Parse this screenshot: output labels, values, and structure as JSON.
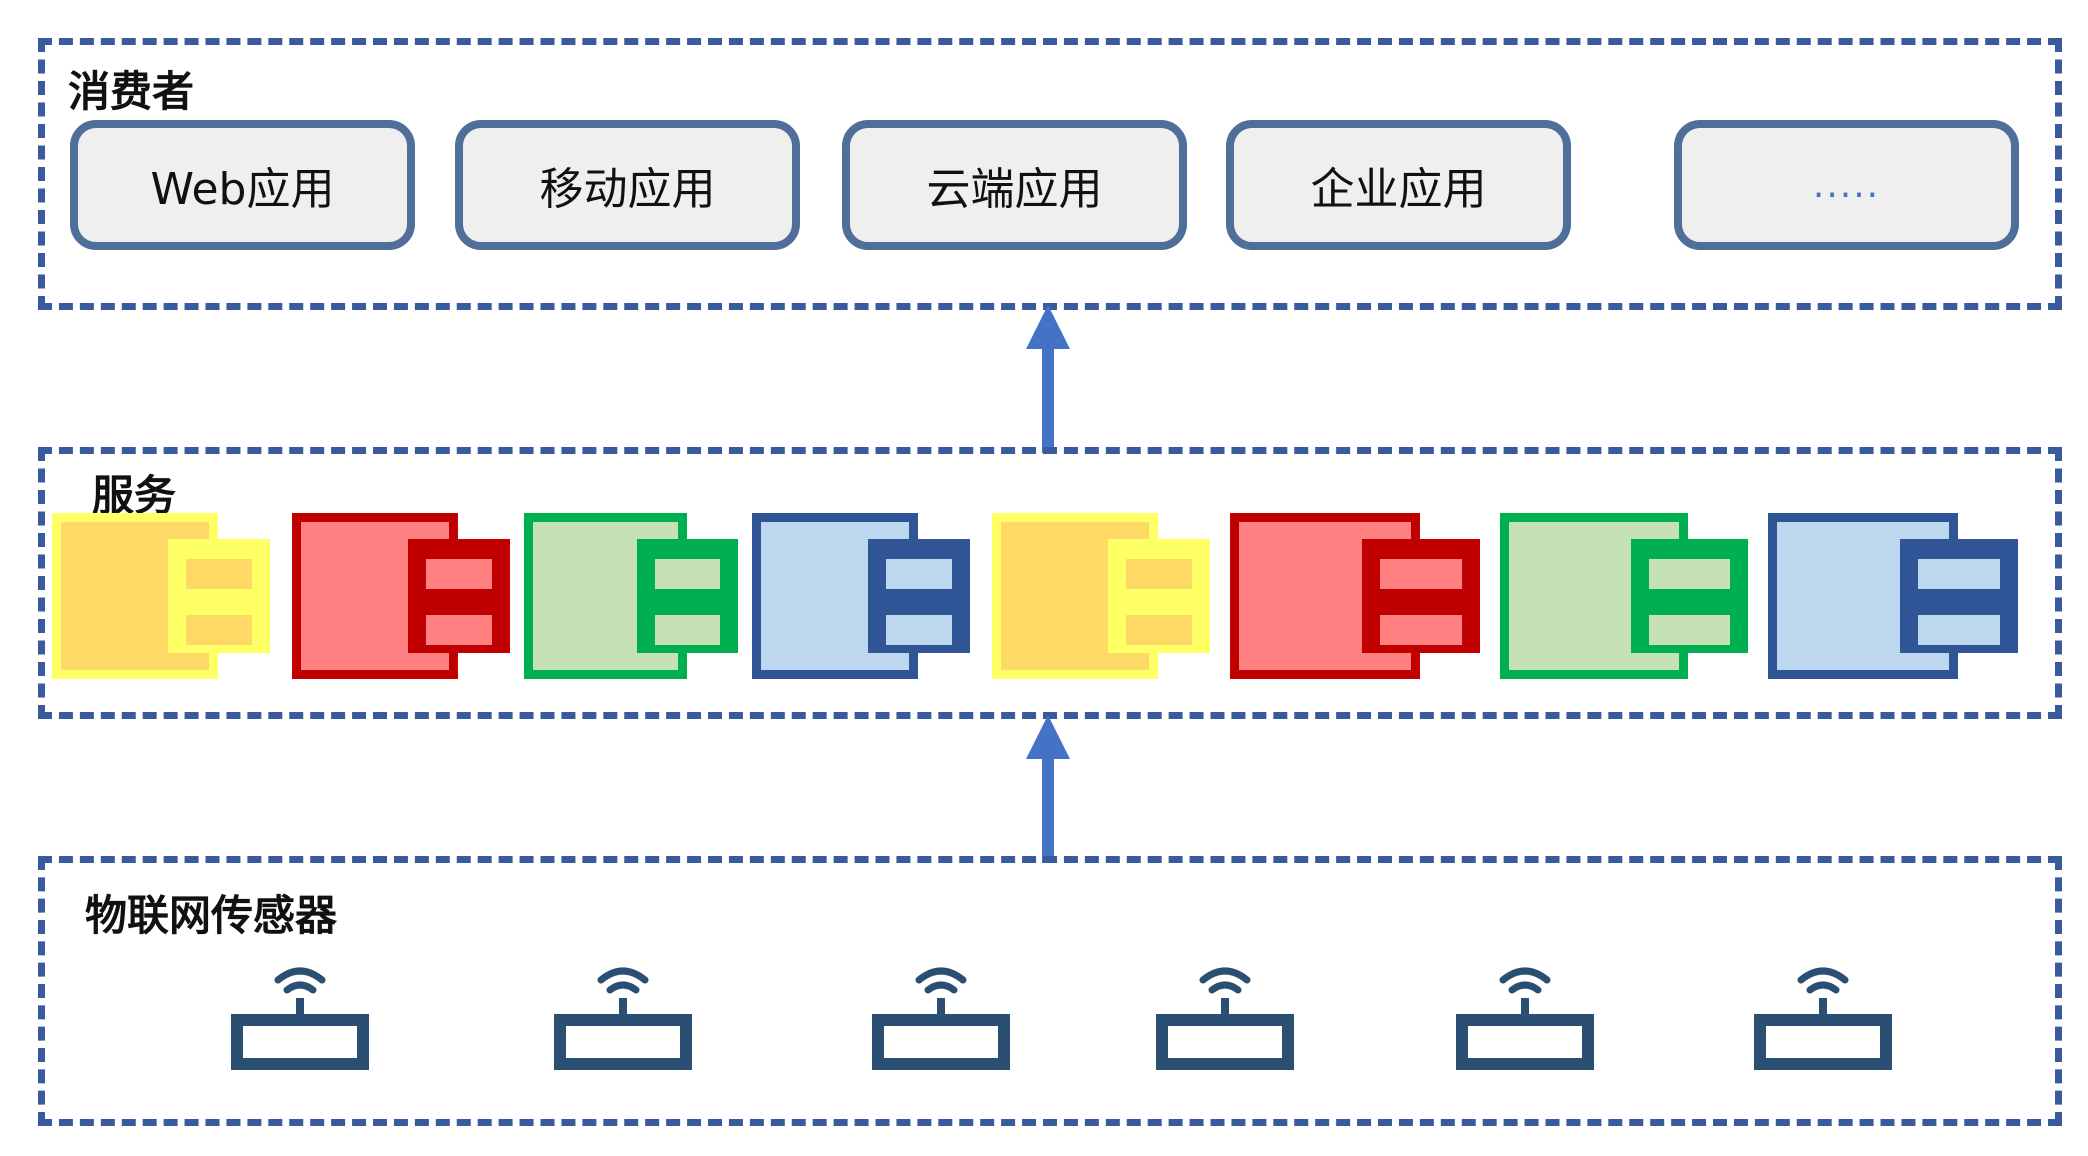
{
  "layers": {
    "consumer": {
      "title": "消费者",
      "apps": [
        "Web应用",
        "移动应用",
        "云端应用",
        "企业应用",
        "....."
      ]
    },
    "service": {
      "title": "服务",
      "components": [
        {
          "color": "yellow"
        },
        {
          "color": "red"
        },
        {
          "color": "green"
        },
        {
          "color": "blue"
        },
        {
          "color": "yellow"
        },
        {
          "color": "red"
        },
        {
          "color": "green"
        },
        {
          "color": "blue"
        }
      ]
    },
    "iot": {
      "title": "物联网传感器",
      "sensor_count": 6
    }
  },
  "colors": {
    "dashed_border": "#3a5a9e",
    "arrow": "#4472c4",
    "app_border": "#4f6f9a",
    "app_fill": "#efefef",
    "sensor": "#2a4f72",
    "yellow_fill": "#ffd966",
    "yellow_border": "#ffff66",
    "red_fill": "#ff8080",
    "red_border": "#c00000",
    "green_fill": "#c5e0b4",
    "green_border": "#00b050",
    "blue_fill": "#bdd7ee",
    "blue_border": "#2f5597"
  },
  "icons": [
    "up-arrow-icon",
    "wifi-sensor-icon"
  ]
}
